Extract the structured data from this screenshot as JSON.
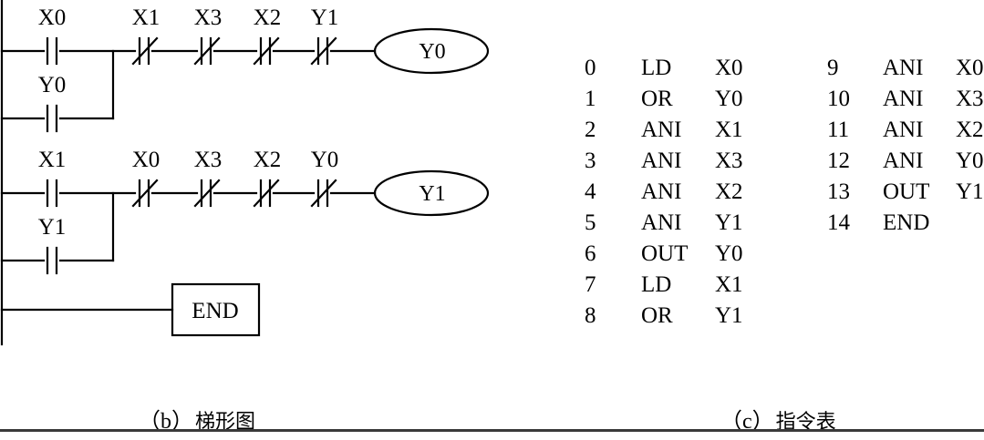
{
  "ladder": {
    "rung1": {
      "main_contact": "X0",
      "parallel_contact": "Y0",
      "nc_contacts": [
        "X1",
        "X3",
        "X2",
        "Y1"
      ],
      "coil": "Y0"
    },
    "rung2": {
      "main_contact": "X1",
      "parallel_contact": "Y1",
      "nc_contacts": [
        "X0",
        "X3",
        "X2",
        "Y0"
      ],
      "coil": "Y1"
    },
    "end_label": "END",
    "caption_paren": "（b）",
    "caption_text": "梯形图"
  },
  "instructions": {
    "col1": [
      {
        "step": "0",
        "op": "LD",
        "operand": "X0"
      },
      {
        "step": "1",
        "op": "OR",
        "operand": "Y0"
      },
      {
        "step": "2",
        "op": "ANI",
        "operand": "X1"
      },
      {
        "step": "3",
        "op": "ANI",
        "operand": "X3"
      },
      {
        "step": "4",
        "op": "ANI",
        "operand": "X2"
      },
      {
        "step": "5",
        "op": "ANI",
        "operand": "Y1"
      },
      {
        "step": "6",
        "op": "OUT",
        "operand": "Y0"
      },
      {
        "step": "7",
        "op": "LD",
        "operand": "X1"
      },
      {
        "step": "8",
        "op": "OR",
        "operand": "Y1"
      }
    ],
    "col2": [
      {
        "step": "9",
        "op": "ANI",
        "operand": "X0"
      },
      {
        "step": "10",
        "op": "ANI",
        "operand": "X3"
      },
      {
        "step": "11",
        "op": "ANI",
        "operand": "X2"
      },
      {
        "step": "12",
        "op": "ANI",
        "operand": "Y0"
      },
      {
        "step": "13",
        "op": "OUT",
        "operand": "Y1"
      },
      {
        "step": "14",
        "op": "END",
        "operand": ""
      }
    ],
    "caption_paren": "（c）",
    "caption_text": "指令表"
  }
}
